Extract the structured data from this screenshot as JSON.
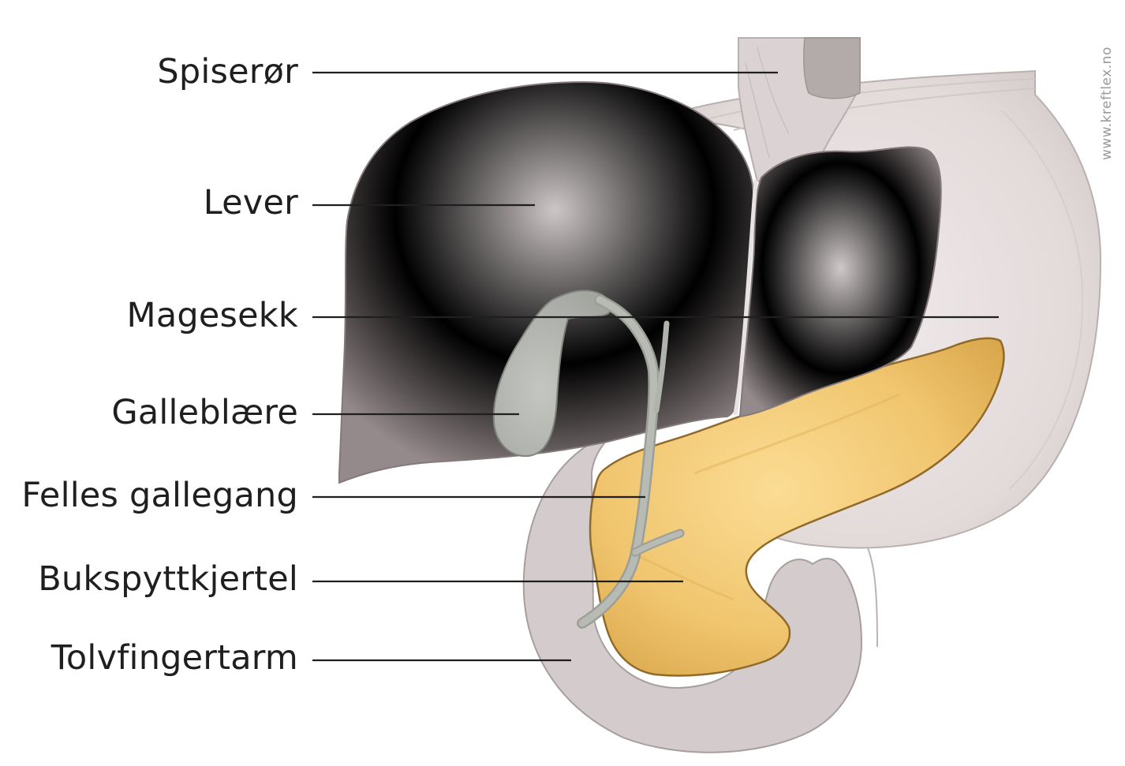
{
  "figure": {
    "labels": [
      {
        "id": "spiseror",
        "text": "Spiserør"
      },
      {
        "id": "lever",
        "text": "Lever"
      },
      {
        "id": "magesekk",
        "text": "Magesekk"
      },
      {
        "id": "galleblaere",
        "text": "Galleblære"
      },
      {
        "id": "felles-gallegang",
        "text": "Felles gallegang"
      },
      {
        "id": "bukspyttkjertel",
        "text": "Bukspyttkjertel"
      },
      {
        "id": "tolvfingertarm",
        "text": "Tolvfingertarm"
      }
    ],
    "watermark": "www.kreftlex.no",
    "colors": {
      "liver": "#a79d9e",
      "stomach": "#e4dcdc",
      "duodenum": "#d3cbcb",
      "pancreas": "#efc36c",
      "gallbladder": "#b3b6b0",
      "leader_line": "#1f1f1f",
      "label_text": "#1f1f1f"
    }
  }
}
